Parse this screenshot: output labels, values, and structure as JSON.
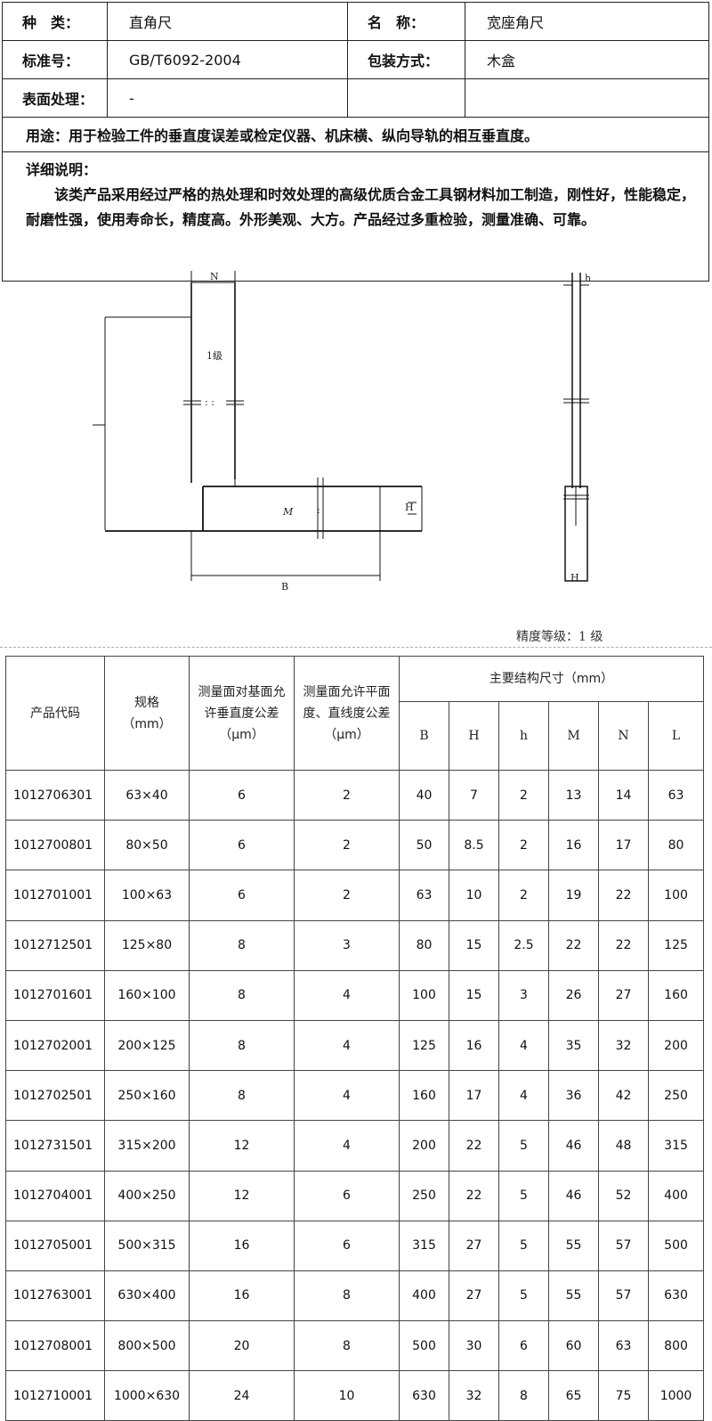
{
  "info": {
    "type_label": "种　类：",
    "type_value": "直角尺",
    "name_label": "名　称：",
    "name_value": "宽座角尺",
    "standard_label": "标准号：",
    "standard_value": "GB/T6092-2004",
    "package_label": "包装方式：",
    "package_value": "木盒",
    "surface_label": "表面处理：",
    "surface_value": "-",
    "usage": "用途：用于检验工件的垂直度误差或检定仪器、机床横、纵向导轨的相互垂直度。",
    "detail_title": "详细说明：",
    "detail_body": "该类产品采用经过严格的热处理和时效处理的高级优质合金工具钢材料加工制造，刚性好，性能稳定，耐磨性强，使用寿命长，精度高。外形美观、大方。产品经过多重检验，测量准确、可靠。"
  },
  "drawing": {
    "label_N": "N",
    "label_grade": "1级",
    "label_M": "M",
    "label_B": "B",
    "label_H_front": "H",
    "label_h": "h",
    "label_H_side": "H"
  },
  "grade_note": "精度等级：1 级",
  "spec_table": {
    "headers": {
      "code": "产品代码",
      "spec": "规格（mm）",
      "perp_tol": "测量面对基面允许垂直度公差（μm）",
      "flat_tol": "测量面允许平面度、直线度公差（μm）",
      "dims": "主要结构尺寸（mm）"
    },
    "dim_columns": [
      "B",
      "H",
      "h",
      "M",
      "N",
      "L"
    ],
    "rows": [
      [
        "1012706301",
        "63×40",
        "6",
        "2",
        "40",
        "7",
        "2",
        "13",
        "14",
        "63"
      ],
      [
        "1012700801",
        "80×50",
        "6",
        "2",
        "50",
        "8.5",
        "2",
        "16",
        "17",
        "80"
      ],
      [
        "1012701001",
        "100×63",
        "6",
        "2",
        "63",
        "10",
        "2",
        "19",
        "22",
        "100"
      ],
      [
        "1012712501",
        "125×80",
        "8",
        "3",
        "80",
        "15",
        "2.5",
        "22",
        "22",
        "125"
      ],
      [
        "1012701601",
        "160×100",
        "8",
        "4",
        "100",
        "15",
        "3",
        "26",
        "27",
        "160"
      ],
      [
        "1012702001",
        "200×125",
        "8",
        "4",
        "125",
        "16",
        "4",
        "35",
        "32",
        "200"
      ],
      [
        "1012702501",
        "250×160",
        "8",
        "4",
        "160",
        "17",
        "4",
        "36",
        "42",
        "250"
      ],
      [
        "1012731501",
        "315×200",
        "12",
        "4",
        "200",
        "22",
        "5",
        "46",
        "48",
        "315"
      ],
      [
        "1012704001",
        "400×250",
        "12",
        "6",
        "250",
        "22",
        "5",
        "46",
        "52",
        "400"
      ],
      [
        "1012705001",
        "500×315",
        "16",
        "6",
        "315",
        "27",
        "5",
        "55",
        "57",
        "500"
      ],
      [
        "1012763001",
        "630×400",
        "16",
        "8",
        "400",
        "27",
        "5",
        "55",
        "57",
        "630"
      ],
      [
        "1012708001",
        "800×500",
        "20",
        "8",
        "500",
        "30",
        "6",
        "60",
        "63",
        "800"
      ],
      [
        "1012710001",
        "1000×630",
        "24",
        "10",
        "630",
        "32",
        "8",
        "65",
        "75",
        "1000"
      ]
    ]
  }
}
